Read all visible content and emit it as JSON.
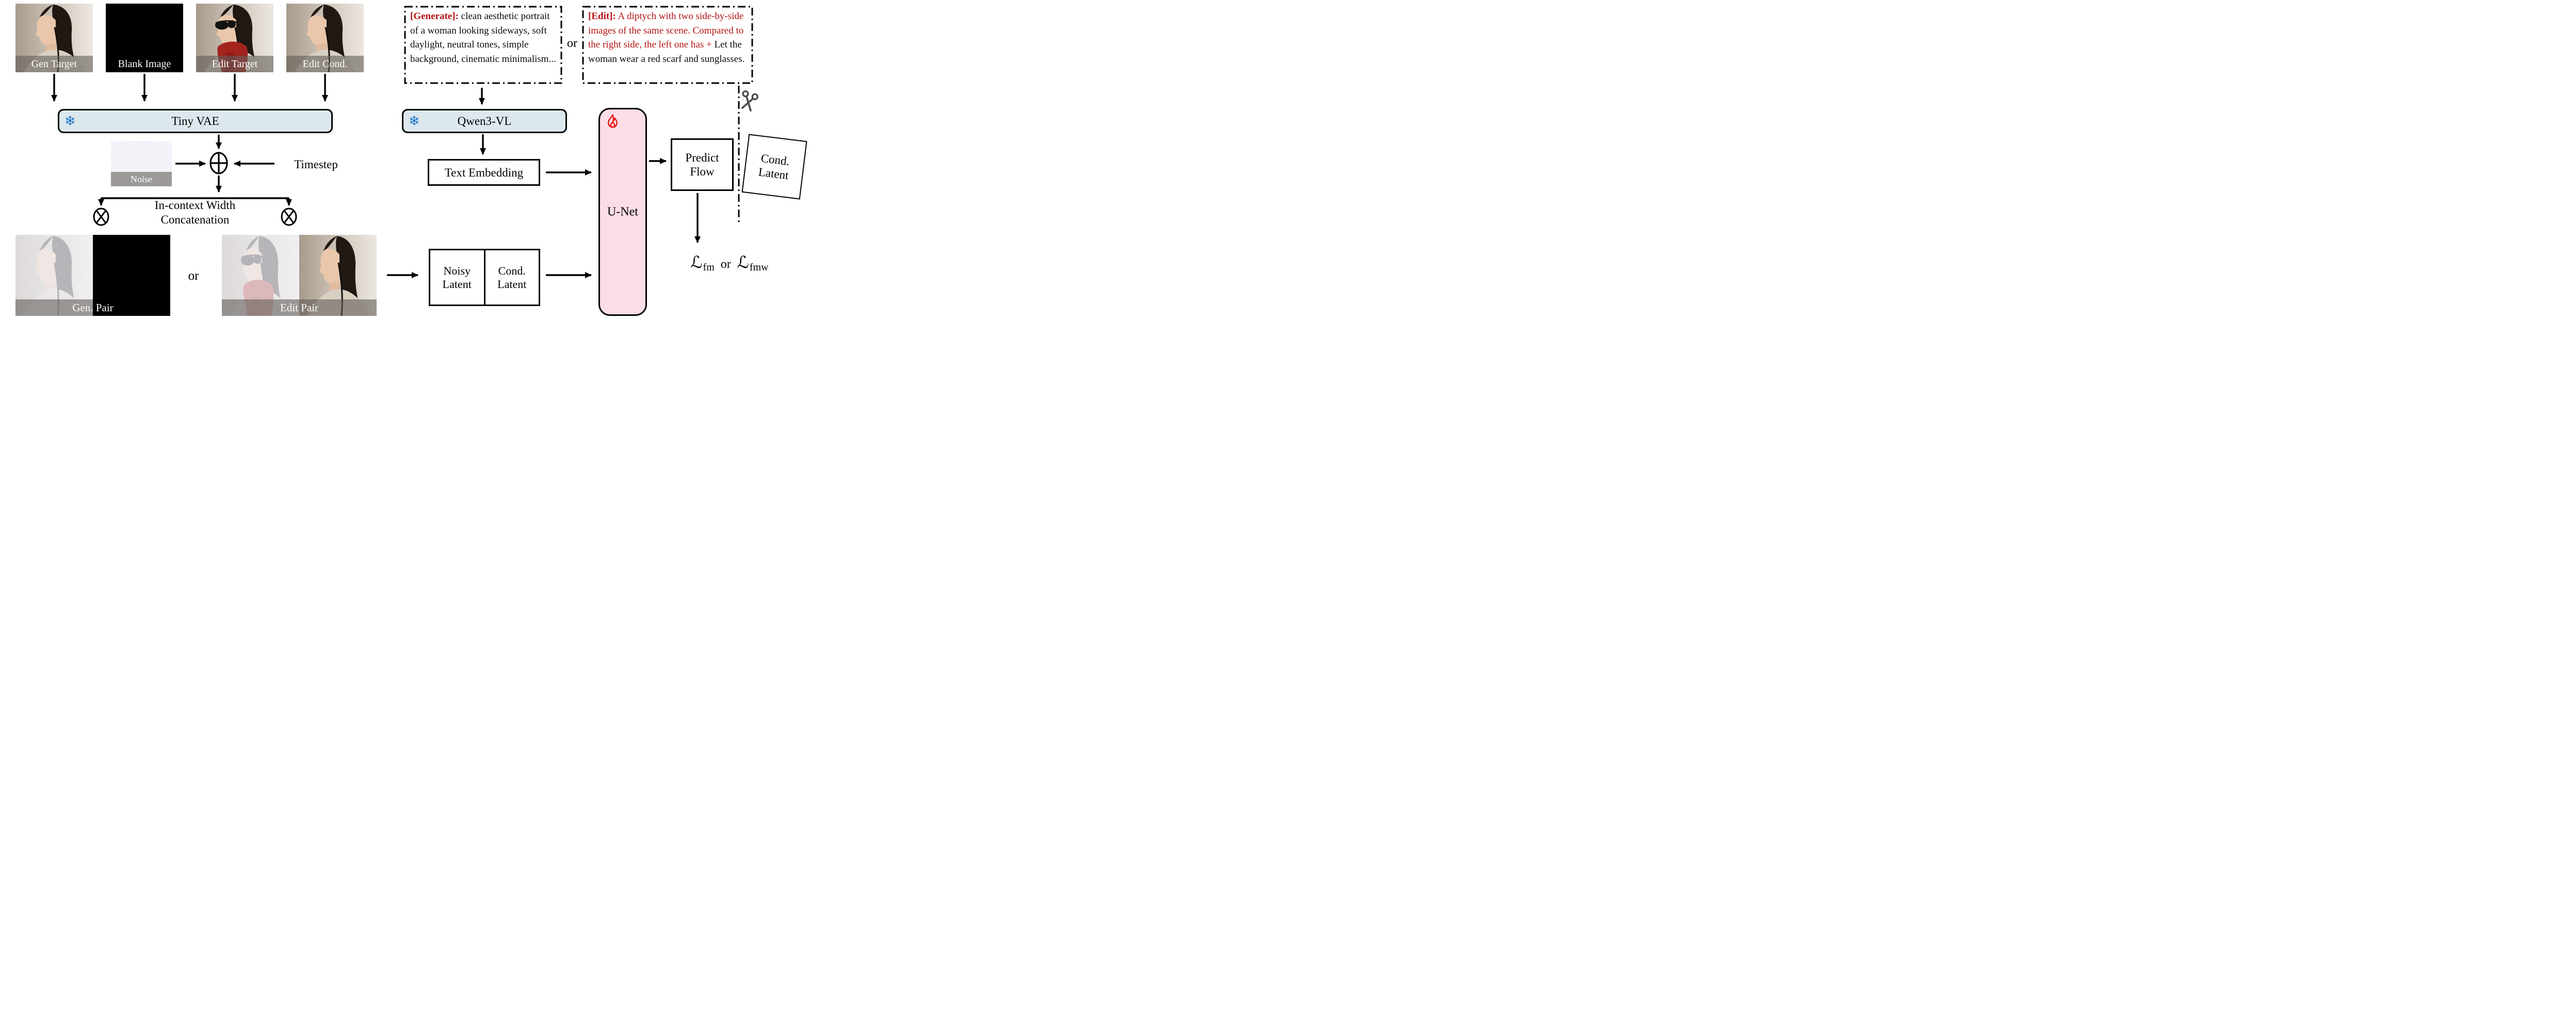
{
  "colors": {
    "frozen_box": "#dce8ee",
    "trainable_box": "#fbdde7",
    "prompt_red": "#b31212",
    "snowflake_blue": "#1d76c5",
    "flame_red": "#e8100c"
  },
  "icons": {
    "snowflake": "❄"
  },
  "left": {
    "images": [
      {
        "label": "Gen Target"
      },
      {
        "label": "Blank Image"
      },
      {
        "label": "Edit Target"
      },
      {
        "label": "Edit Cond."
      }
    ],
    "tiny_vae_label": "Tiny VAE",
    "noise_label": "Noise",
    "timestep_label": "Timestep",
    "concat_line1": "In-context Width",
    "concat_line2": "Concatenation",
    "pair_or_label": "or",
    "gen_pair_label": "Gen. Pair",
    "edit_pair_label": "Edit Pair"
  },
  "prompts": {
    "or_label": "or",
    "generate": {
      "tag": "[Generate]:",
      "body": " clean aesthetic portrait of a woman looking sideways, soft daylight,  neutral tones, simple background, cinematic minimalism..."
    },
    "edit": {
      "tag": "[Edit]:",
      "red_body": " A diptych with two side-by-side images of the same scene. Compared to the right side, the left one has + ",
      "black_body": "Let the woman wear a red scarf and sunglasses."
    }
  },
  "pipeline": {
    "qwen_label": "Qwen3-VL",
    "text_embedding_label": "Text Embedding",
    "noisy_latent_label": "Noisy Latent",
    "cond_latent_label": "Cond. Latent",
    "unet_label": "U-Net",
    "predict_flow_label": "Predict Flow",
    "cond_latent_out_label": "Cond. Latent",
    "loss_left_symbol": "ℒ",
    "loss_left_sub": "fm",
    "loss_or": "or",
    "loss_right_symbol": "ℒ",
    "loss_right_sub": "fmw"
  }
}
